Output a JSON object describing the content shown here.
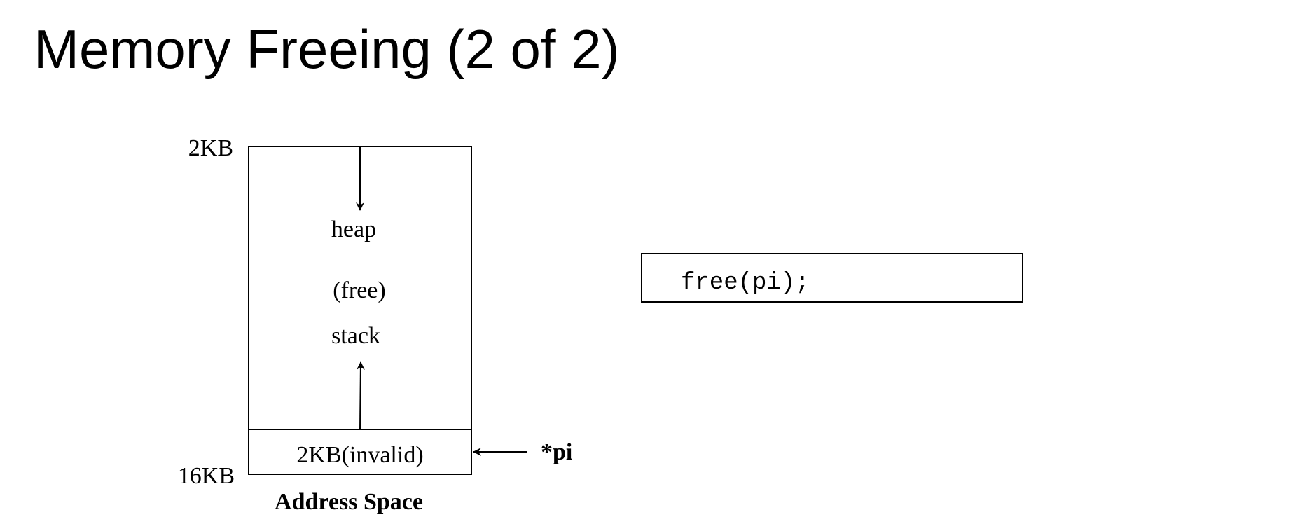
{
  "slide": {
    "title": "Memory Freeing (2 of 2)"
  },
  "address_space": {
    "top_address": "2KB",
    "bottom_address": "16KB",
    "heap_label": "heap",
    "free_label": "(free)",
    "stack_label": "stack",
    "allocated_block_label": "2KB(invalid)",
    "caption": "Address Space"
  },
  "pointer": {
    "label": "*pi"
  },
  "code": {
    "text": "free(pi);"
  }
}
